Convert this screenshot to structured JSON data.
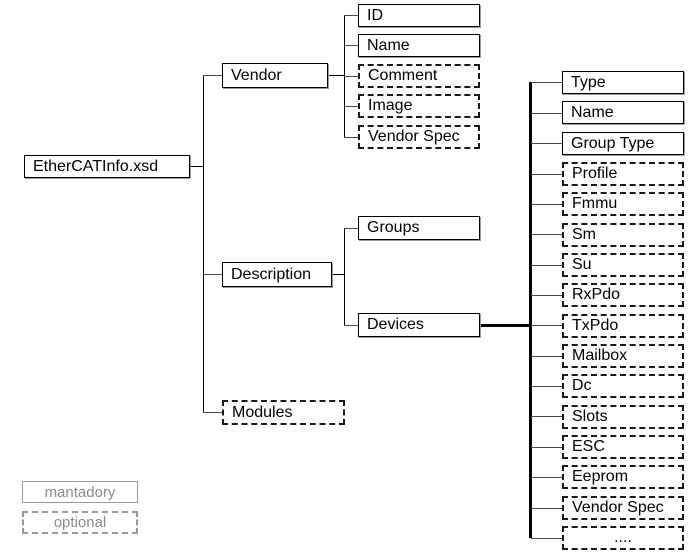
{
  "diagram": {
    "title": "EtherCATInfo.xsd",
    "root": {
      "label": "EtherCATInfo.xsd",
      "type": "mandatory"
    },
    "level1": [
      {
        "label": "Vendor",
        "type": "mandatory"
      },
      {
        "label": "Description",
        "type": "mandatory"
      },
      {
        "label": "Modules",
        "type": "optional"
      }
    ],
    "vendor_children": [
      {
        "label": "ID",
        "type": "mandatory"
      },
      {
        "label": "Name",
        "type": "mandatory"
      },
      {
        "label": "Comment",
        "type": "optional"
      },
      {
        "label": "Image",
        "type": "optional"
      },
      {
        "label": "Vendor Spec",
        "type": "optional"
      }
    ],
    "description_children": [
      {
        "label": "Groups",
        "type": "mandatory"
      },
      {
        "label": "Devices",
        "type": "mandatory"
      }
    ],
    "devices_children": [
      {
        "label": "Type",
        "type": "mandatory"
      },
      {
        "label": "Name",
        "type": "mandatory"
      },
      {
        "label": "Group Type",
        "type": "mandatory"
      },
      {
        "label": "Profile",
        "type": "optional"
      },
      {
        "label": "Fmmu",
        "type": "optional"
      },
      {
        "label": "Sm",
        "type": "optional"
      },
      {
        "label": "Su",
        "type": "optional"
      },
      {
        "label": "RxPdo",
        "type": "optional"
      },
      {
        "label": "TxPdo",
        "type": "optional"
      },
      {
        "label": "Mailbox",
        "type": "optional"
      },
      {
        "label": "Dc",
        "type": "optional"
      },
      {
        "label": "Slots",
        "type": "optional"
      },
      {
        "label": "ESC",
        "type": "optional"
      },
      {
        "label": "Eeprom",
        "type": "optional"
      },
      {
        "label": "Vendor Spec",
        "type": "optional"
      },
      {
        "label": "....",
        "type": "optional"
      }
    ],
    "legend": {
      "mandatory_label": "mantadory",
      "optional_label": "optional"
    },
    "colors": {
      "background": "#ffffff",
      "box_border_mandatory": "#000000",
      "box_border_optional": "#1a1a1a",
      "box_shadow": "#9a9a9a",
      "connector": "#4a4a4a",
      "connector_emphasis": "#000000",
      "text": "#000000",
      "legend_text": "#8c8c8c",
      "legend_border": "#9a9a9a"
    }
  }
}
